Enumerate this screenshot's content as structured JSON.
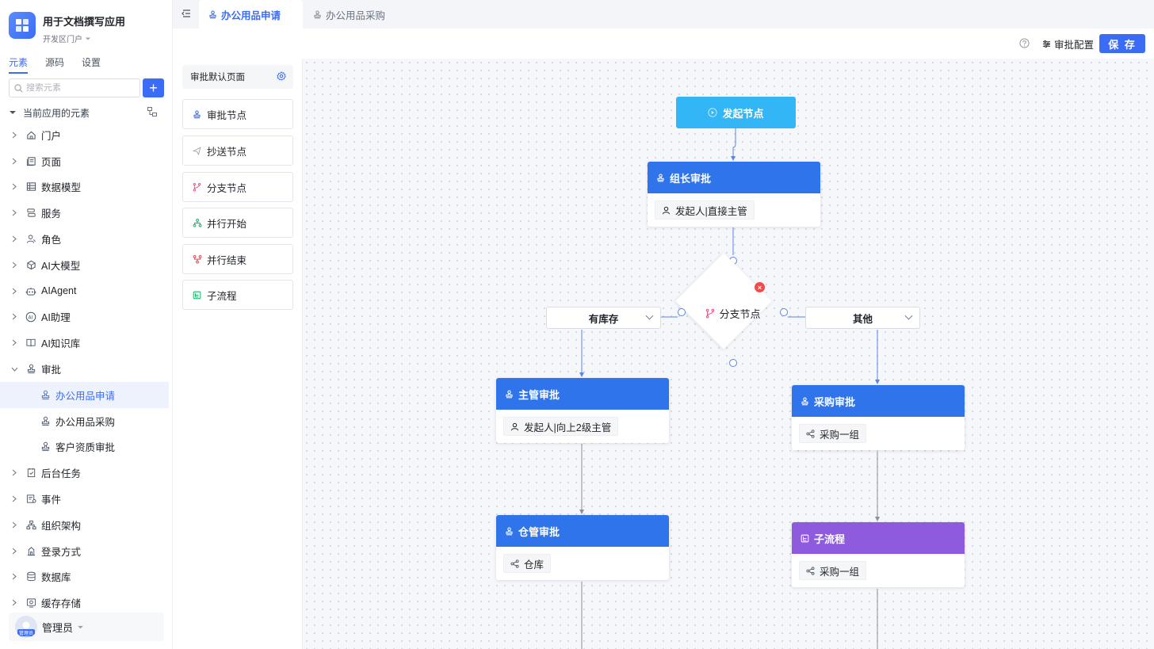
{
  "app": {
    "title": "用于文档撰写应用",
    "subtitle": "开发区门户"
  },
  "sidebar": {
    "tabs": [
      {
        "label": "元素"
      },
      {
        "label": "源码"
      },
      {
        "label": "设置"
      }
    ],
    "search_placeholder": "搜索元素",
    "root_label": "当前应用的元素",
    "items": [
      {
        "label": "门户",
        "icon": "home-icon"
      },
      {
        "label": "页面",
        "icon": "page-icon"
      },
      {
        "label": "数据模型",
        "icon": "table-icon"
      },
      {
        "label": "服务",
        "icon": "service-icon"
      },
      {
        "label": "角色",
        "icon": "role-icon"
      },
      {
        "label": "AI大模型",
        "icon": "ai-model-icon"
      },
      {
        "label": "AIAgent",
        "icon": "robot-icon"
      },
      {
        "label": "AI助理",
        "icon": "ai-assistant-icon"
      },
      {
        "label": "AI知识库",
        "icon": "book-icon"
      },
      {
        "label": "审批",
        "icon": "stamp-icon"
      },
      {
        "label": "办公用品申请",
        "icon": "stamp-icon"
      },
      {
        "label": "办公用品采购",
        "icon": "stamp-icon"
      },
      {
        "label": "客户资质审批",
        "icon": "stamp-icon"
      },
      {
        "label": "后台任务",
        "icon": "task-icon"
      },
      {
        "label": "事件",
        "icon": "event-icon"
      },
      {
        "label": "组织架构",
        "icon": "org-icon"
      },
      {
        "label": "登录方式",
        "icon": "login-icon"
      },
      {
        "label": "数据库",
        "icon": "database-icon"
      },
      {
        "label": "缓存存储",
        "icon": "cache-icon"
      }
    ],
    "user": {
      "name": "管理员",
      "avatar_text": "管理员"
    }
  },
  "topbar": {
    "tabs": [
      {
        "label": "办公用品申请"
      },
      {
        "label": "办公用品采购"
      }
    ]
  },
  "toolbar": {
    "config_label": "审批配置",
    "save_label": "保 存"
  },
  "palette": {
    "header": "审批默认页面",
    "items": [
      {
        "label": "审批节点"
      },
      {
        "label": "抄送节点"
      },
      {
        "label": "分支节点"
      },
      {
        "label": "并行开始"
      },
      {
        "label": "并行结束"
      },
      {
        "label": "子流程"
      }
    ]
  },
  "flow": {
    "start": "发起节点",
    "leader": {
      "title": "组长审批",
      "assignee": "发起人|直接主管"
    },
    "branch": "分支节点",
    "cond_left": "有库存",
    "cond_right": "其他",
    "manager": {
      "title": "主管审批",
      "assignee": "发起人|向上2级主管"
    },
    "purchase": {
      "title": "采购审批",
      "assignee": "采购一组"
    },
    "warehouse": {
      "title": "仓管审批",
      "assignee": "仓库"
    },
    "subflow": {
      "title": "子流程",
      "assignee": "采购一组"
    }
  },
  "colors": {
    "primary": "#3b6cf6",
    "start": "#33b6f5",
    "approval": "#2f74ea",
    "subflow": "#8e5bdf",
    "delete": "#f04b4b"
  }
}
